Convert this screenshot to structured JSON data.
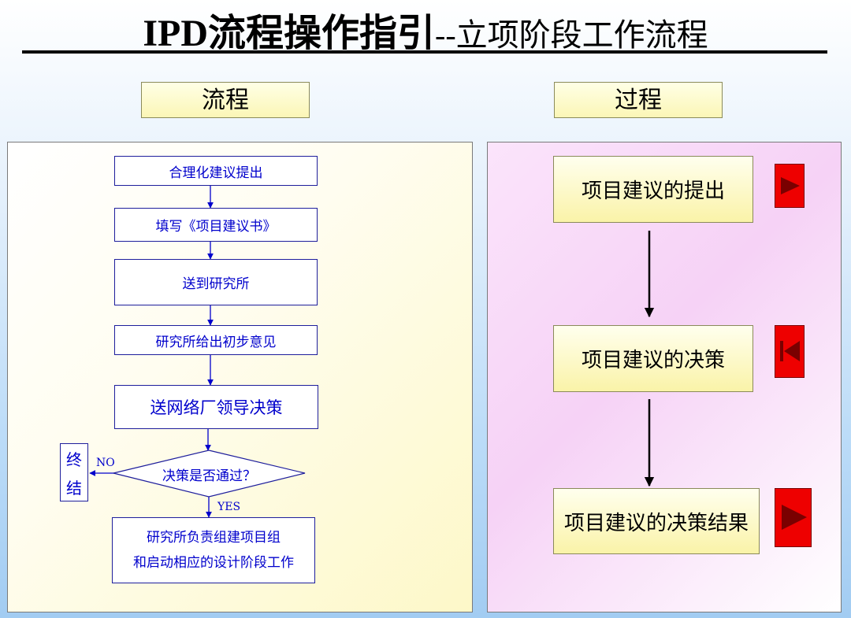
{
  "title": {
    "main": "IPD流程操作指引",
    "sub": "--立项阶段工作流程"
  },
  "headers": {
    "left": "流程",
    "right": "过程"
  },
  "flow": {
    "steps": [
      "合理化建议提出",
      "填写《项目建议书》",
      "送到研究所",
      "研究所给出初步意见",
      "送网络厂领导决策"
    ],
    "decision": "决策是否通过？",
    "end_top": "终",
    "end_bottom": "结",
    "no_label": "NO",
    "yes_label": "YES",
    "final_line1": "研究所负责组建项目组",
    "final_line2": "和启动相应的设计阶段工作"
  },
  "process": {
    "steps": [
      "项目建议的提出",
      "项目建议的决策",
      "项目建议的决策结果"
    ]
  },
  "colors": {
    "flow_line": "#0000cc",
    "flow_text": "#0000cc",
    "button_red": "#ee0000"
  },
  "icons": {
    "nav_buttons": [
      "play-icon",
      "skip-back-icon",
      "play-icon"
    ]
  }
}
